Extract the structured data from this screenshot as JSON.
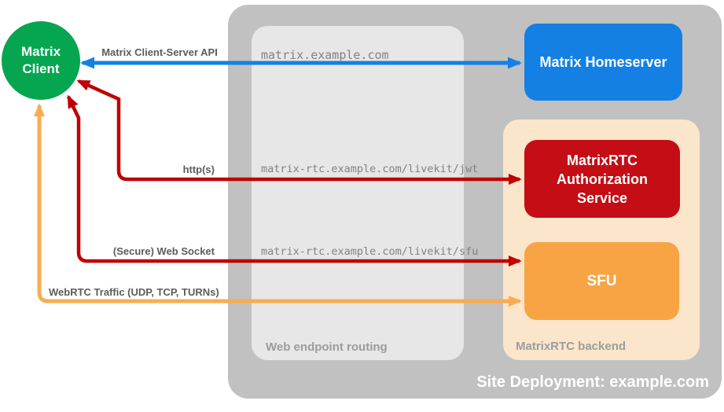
{
  "client": {
    "line1": "Matrix",
    "line2": "Client",
    "color": "#05A64F"
  },
  "homeserver": {
    "label": "Matrix Homeserver",
    "color": "#1580E4"
  },
  "auth_service": {
    "label": "MatrixRTC Authorization Service",
    "color": "#C40D15"
  },
  "sfu": {
    "label": "SFU",
    "color": "#F8A444"
  },
  "site": {
    "label": "Site Deployment: example.com",
    "color": "#C1C1C1"
  },
  "routing": {
    "label": "Web endpoint routing",
    "color": "#E7E7E7"
  },
  "backend": {
    "label": "MatrixRTC backend",
    "color": "#FBE5CB"
  },
  "edges": {
    "csapi": {
      "label": "Matrix Client-Server API",
      "url": "matrix.example.com",
      "color": "#1580E4"
    },
    "http": {
      "label": "http(s)",
      "url": "matrix-rtc.example.com/livekit/jwt",
      "color": "#C00000"
    },
    "ws": {
      "label": "(Secure) Web Socket",
      "url": "matrix-rtc.example.com/livekit/sfu",
      "color": "#C00000"
    },
    "webrtc": {
      "label": "WebRTC Traffic (UDP, TCP, TURNs)",
      "color": "#F8AC52"
    }
  }
}
